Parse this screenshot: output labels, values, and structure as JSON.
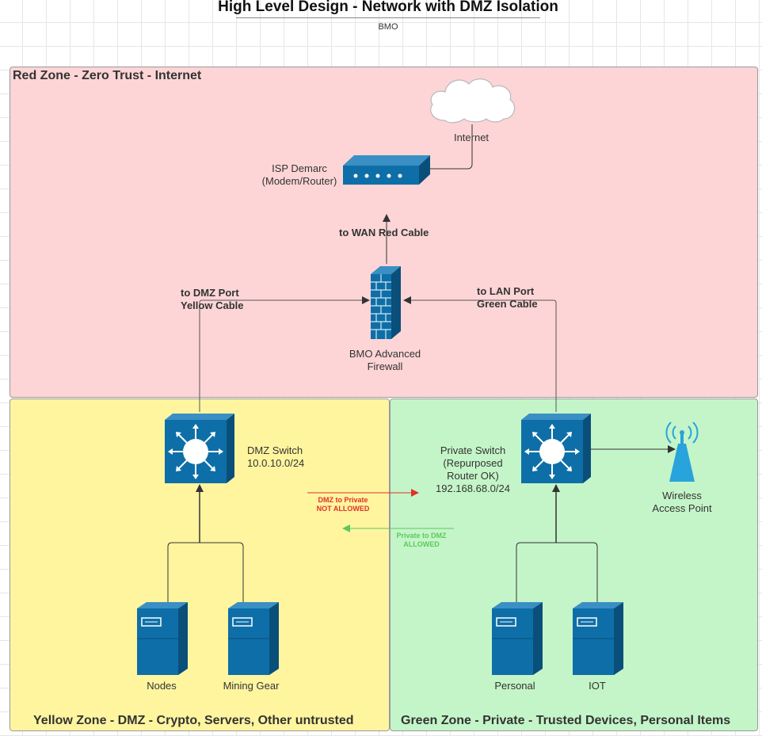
{
  "header": {
    "title": "High Level Design - Network with DMZ Isolation",
    "subtitle": "BMO"
  },
  "zones": {
    "red": {
      "title": "Red  Zone - Zero Trust - Internet",
      "color": "#fdd5d6"
    },
    "yellow": {
      "title": "Yellow Zone - DMZ - Crypto, Servers, Other untrusted",
      "color": "#fff59f"
    },
    "green": {
      "title": "Green Zone  - Private - Trusted Devices, Personal Items",
      "color": "#c4f5c8"
    }
  },
  "nodes": {
    "internet": {
      "label": "Internet",
      "icon": "cloud-icon"
    },
    "isp": {
      "label_line1": "ISP Demarc",
      "label_line2": "(Modem/Router)",
      "icon": "modem-icon"
    },
    "firewall": {
      "label_line1": "BMO Advanced",
      "label_line2": "Firewall",
      "icon": "firewall-icon"
    },
    "dmz_switch": {
      "label_line1": "DMZ Switch",
      "label_line2": "10.0.10.0/24",
      "icon": "switch-icon"
    },
    "private_switch": {
      "label_line1": "Private Switch",
      "label_line2": "(Repurposed",
      "label_line3": "Router OK)",
      "label_line4": "192.168.68.0/24",
      "icon": "switch-icon"
    },
    "wap": {
      "label_line1": "Wireless",
      "label_line2": "Access Point",
      "icon": "antenna-icon"
    },
    "nodes_server": {
      "label": "Nodes",
      "icon": "server-icon"
    },
    "mining_server": {
      "label": "Mining Gear",
      "icon": "server-icon"
    },
    "personal_server": {
      "label": "Personal",
      "icon": "server-icon"
    },
    "iot_server": {
      "label": "IOT",
      "icon": "server-icon"
    }
  },
  "connections": {
    "wan": {
      "label": "to WAN Red Cable"
    },
    "dmz": {
      "label_line1": "to DMZ Port",
      "label_line2": "Yellow Cable"
    },
    "lan": {
      "label_line1": "to LAN Port",
      "label_line2": "Green Cable"
    }
  },
  "notes": {
    "dmz_to_private": {
      "line1": "DMZ to Private",
      "line2": "NOT ALLOWED",
      "color": "#e0302c"
    },
    "private_to_dmz": {
      "line1": "Private to DMZ",
      "line2": "ALLOWED",
      "color": "#5cc95c"
    }
  },
  "colors": {
    "device_blue": "#0e6fa8",
    "device_dark": "#0a4f7a",
    "wap_blue": "#29a3dc"
  }
}
